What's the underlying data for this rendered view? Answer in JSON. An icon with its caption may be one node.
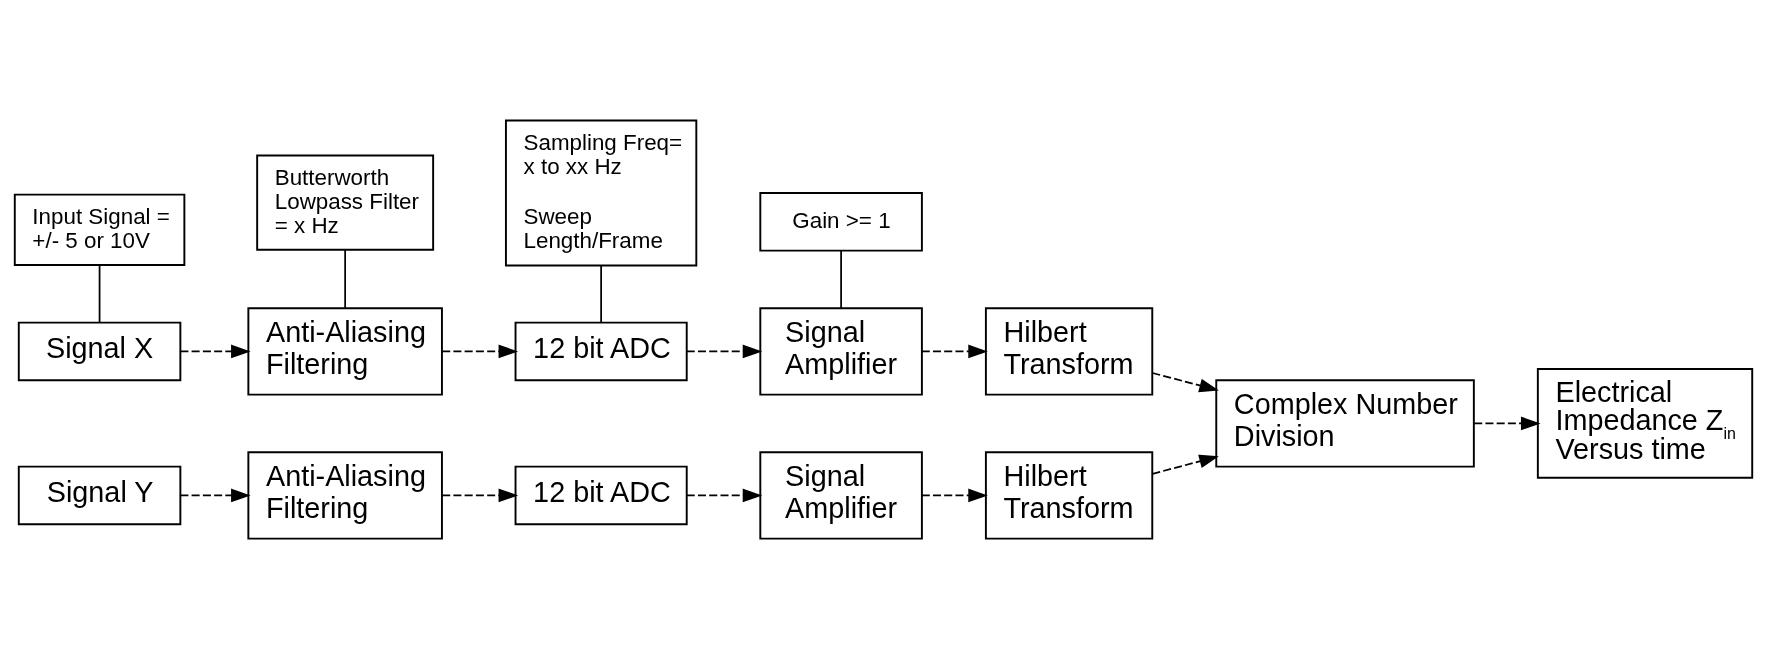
{
  "diagram": {
    "nodes": [
      {
        "text": [
          "Input Signal = +/- 5 or 10V"
        ]
      },
      {
        "text": [
          "Butterworth Lowpass Filter = x Hz"
        ]
      },
      {
        "text": [
          "Sampling Freq= x to xx Hz",
          "Sweep Length/Frame"
        ]
      },
      {
        "text": [
          "Gain >= 1"
        ]
      },
      {
        "text": [
          "Signal X"
        ]
      },
      {
        "text": [
          "Anti-Aliasing Filtering"
        ]
      },
      {
        "text": [
          "12 bit ADC"
        ]
      },
      {
        "text": [
          "Signal Amplifier"
        ]
      },
      {
        "text": [
          "Hilbert Transform"
        ]
      },
      {
        "text": [
          "Complex Number Division"
        ]
      },
      {
        "text": [
          "Electrical Impedance Z$_{in}$ Versus time"
        ]
      },
      {
        "text": [
          "Signal Y"
        ]
      },
      {
        "text": [
          "Anti-Aliasing Filtering"
        ]
      },
      {
        "text": [
          "12 bit ADC"
        ]
      },
      {
        "text": [
          "Signal Amplifier"
        ]
      },
      {
        "text": [
          "Hilbert Transform"
        ]
      }
    ],
    "edges": [
      {
        "from": 0,
        "to": 4,
        "arrow": "none"
      },
      {
        "from": 1,
        "to": 5,
        "arrow": "none"
      },
      {
        "from": 2,
        "to": 6,
        "arrow": "none"
      },
      {
        "from": 3,
        "to": 7,
        "arrow": "none"
      },
      {
        "from": 4,
        "to": 5,
        "arrow": "to",
        "style": "dashed"
      },
      {
        "from": 5,
        "to": 6,
        "arrow": "to",
        "style": "dashed"
      },
      {
        "from": 6,
        "to": 7,
        "arrow": "to",
        "style": "dashed"
      },
      {
        "from": 7,
        "to": 8,
        "arrow": "to",
        "style": "dashed"
      },
      {
        "from": 8,
        "to": 9,
        "arrow": "to",
        "style": "dashed"
      },
      {
        "from": 11,
        "to": 12,
        "arrow": "to",
        "style": "dashed"
      },
      {
        "from": 12,
        "to": 13,
        "arrow": "to",
        "style": "dashed"
      },
      {
        "from": 13,
        "to": 14,
        "arrow": "to",
        "style": "dashed"
      },
      {
        "from": 14,
        "to": 15,
        "arrow": "to",
        "style": "dashed"
      },
      {
        "from": 15,
        "to": 9,
        "arrow": "to",
        "style": "dashed"
      },
      {
        "from": 9,
        "to": 10,
        "arrow": "to",
        "style": "dashed"
      }
    ]
  }
}
